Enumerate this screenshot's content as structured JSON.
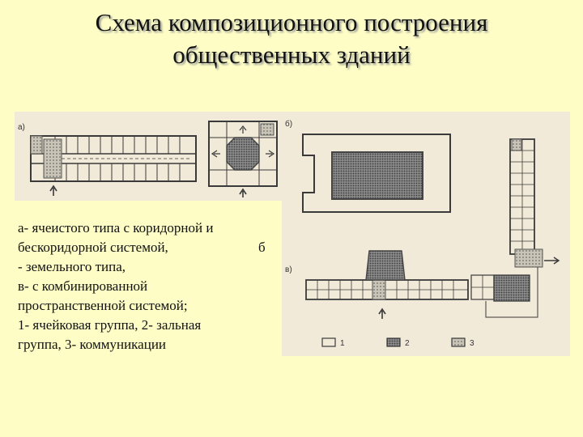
{
  "title": {
    "line1": "Схема композиционного построения",
    "line2": "общественных зданий"
  },
  "figure": {
    "label_a": "а)",
    "label_b": "б)",
    "label_v": "в)",
    "legend": [
      {
        "number": "1",
        "pattern": "empty"
      },
      {
        "number": "2",
        "pattern": "dense-hatch"
      },
      {
        "number": "3",
        "pattern": "light-hatch"
      }
    ],
    "colors": {
      "line": "#3a3a3a",
      "hatch_dense": "#5a5a5a",
      "hatch_light": "#9a9a9a"
    }
  },
  "caption": {
    "lines": [
      "а- ячеистого типа с коридорной и",
      "бескоридорной системой,",
      "- земельного типа,",
      "в- с комбинированной",
      "пространственной системой;",
      "1- ячейковая группа, 2- зальная",
      "группа, 3- коммуникации"
    ],
    "b_marker": "б"
  }
}
